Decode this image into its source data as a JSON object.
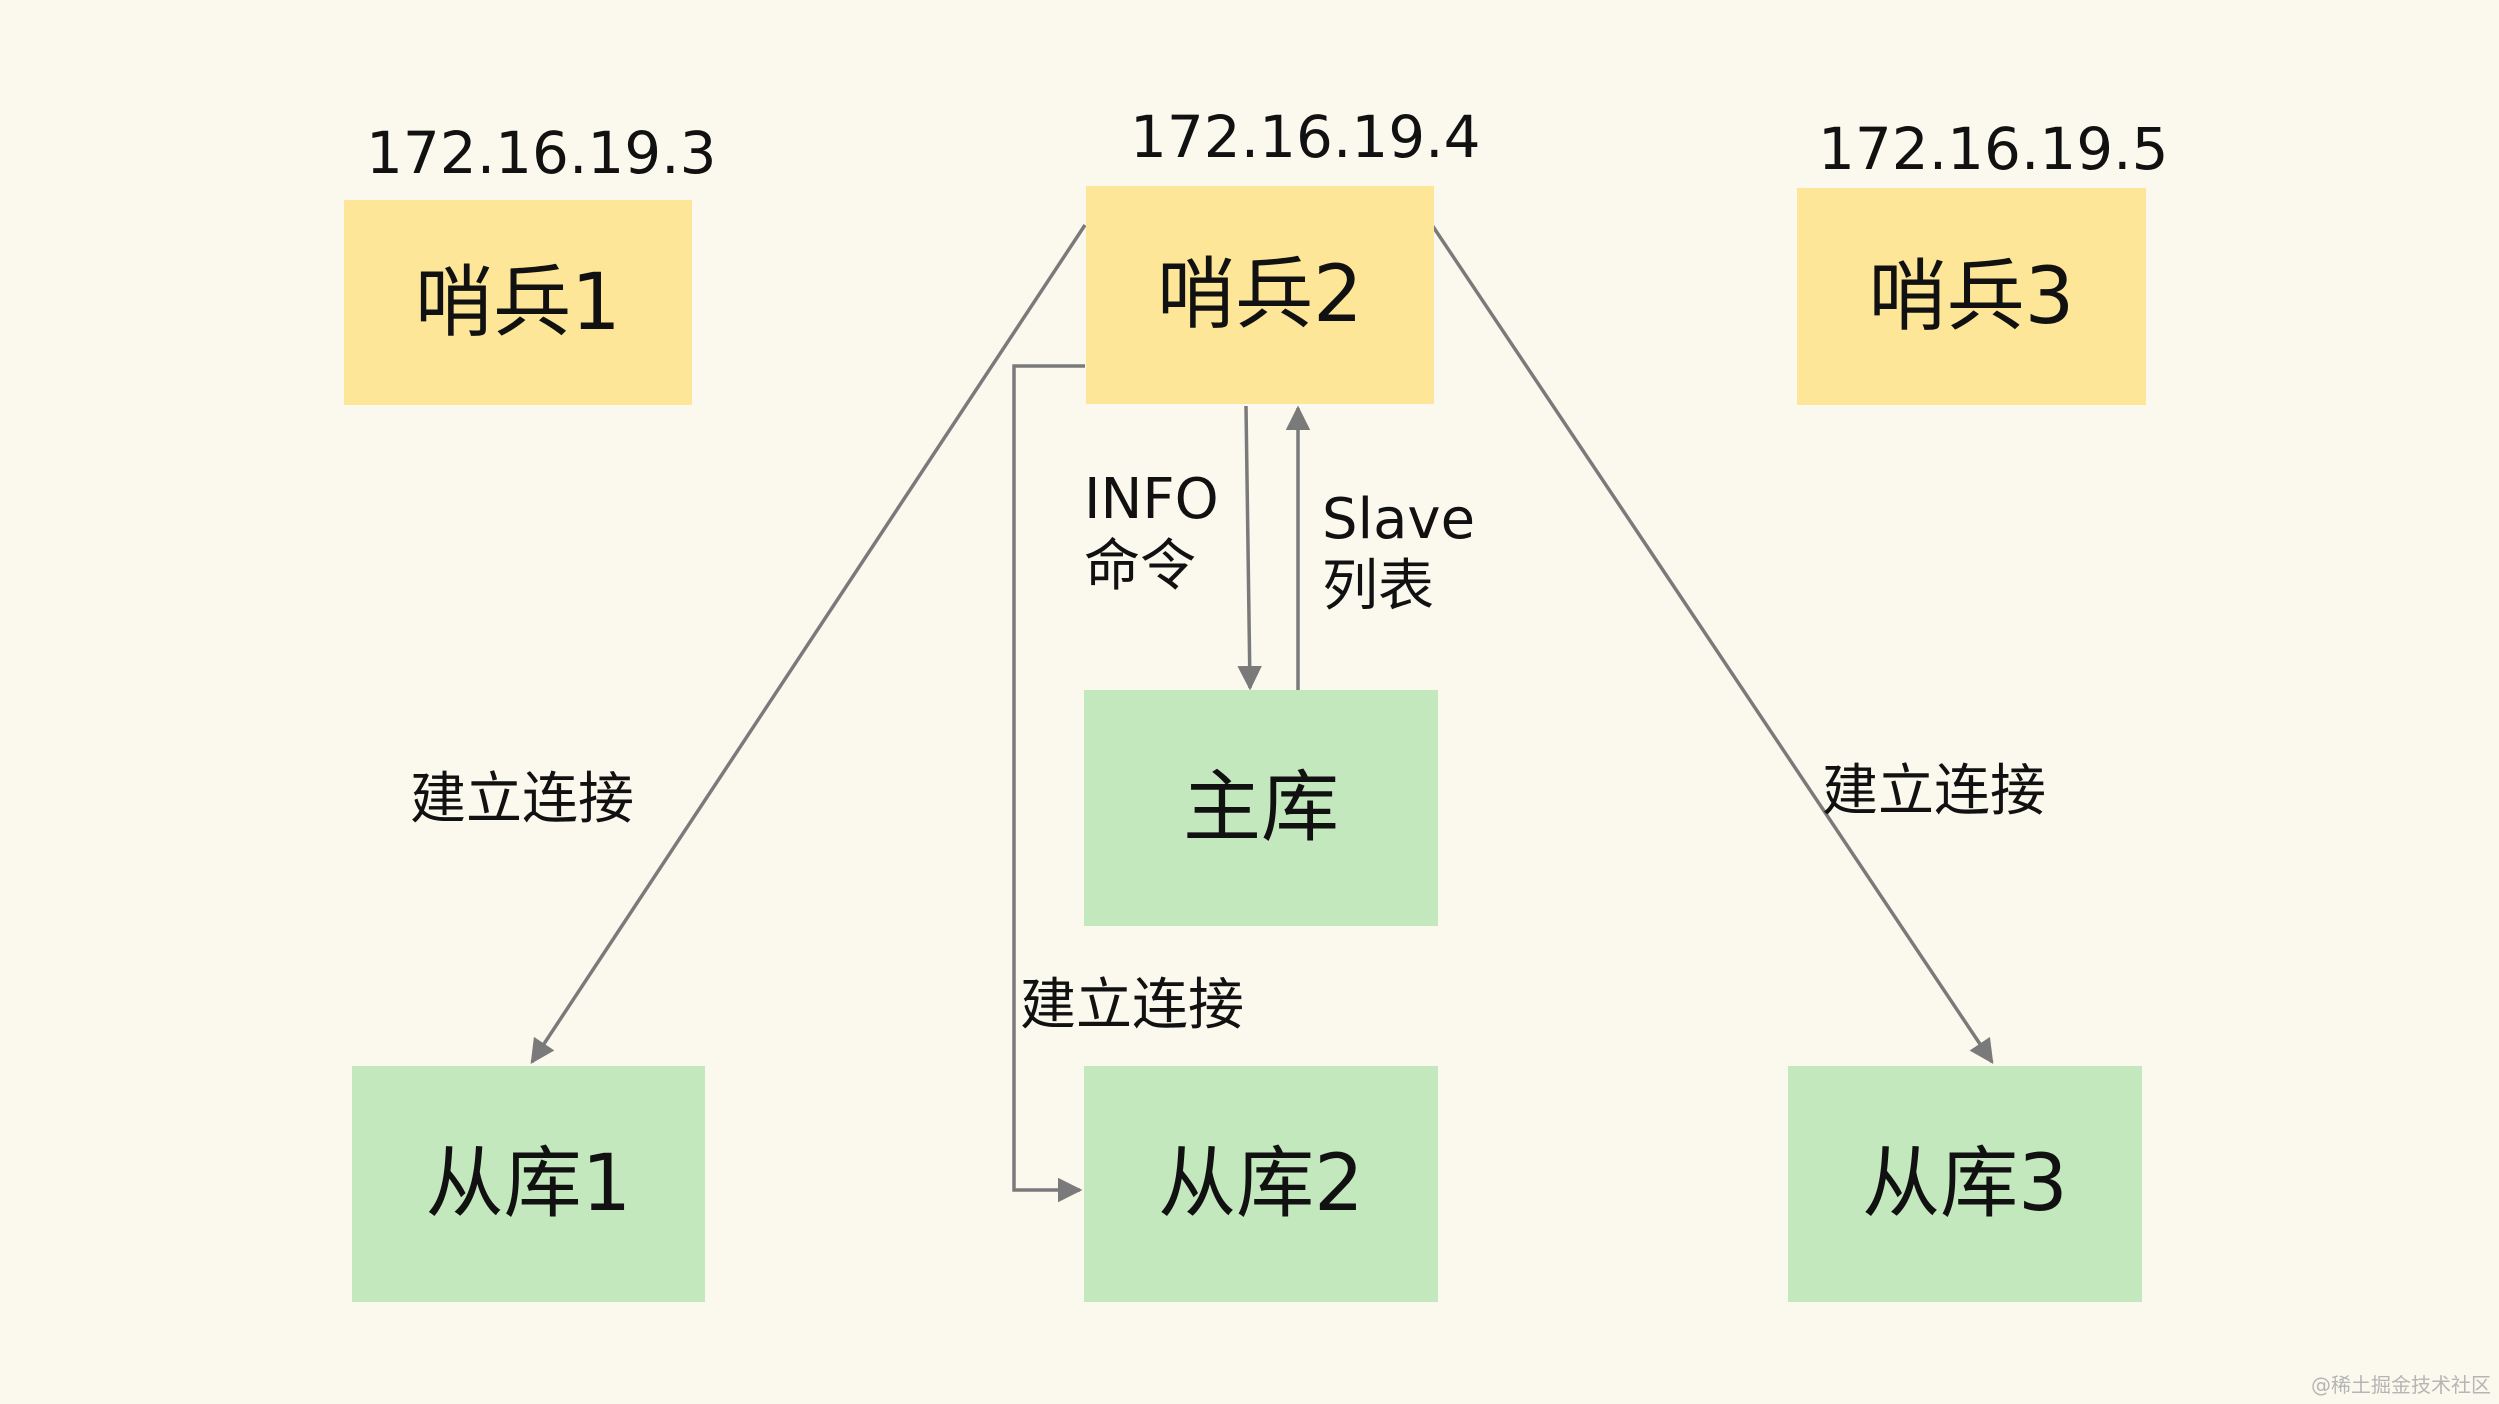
{
  "nodes": {
    "sentinel1": {
      "ip": "172.16.19.3",
      "label": "哨兵1"
    },
    "sentinel2": {
      "ip": "172.16.19.4",
      "label": "哨兵2"
    },
    "sentinel3": {
      "ip": "172.16.19.5",
      "label": "哨兵3"
    },
    "master": {
      "label": "主库"
    },
    "slave1": {
      "label": "从库1"
    },
    "slave2": {
      "label": "从库2"
    },
    "slave3": {
      "label": "从库3"
    }
  },
  "edges": {
    "info_line1": "INFO",
    "info_line2": "命令",
    "slave_list_line1": "Slave",
    "slave_list_line2": "列表",
    "connect_left": "建立连接",
    "connect_middle": "建立连接",
    "connect_right": "建立连接"
  },
  "colors": {
    "background": "#fbf9ee",
    "sentinel_fill": "#fde698",
    "db_fill": "#c3e8bd",
    "arrow": "#7a7a7a"
  },
  "watermark": "@稀土掘金技术社区"
}
